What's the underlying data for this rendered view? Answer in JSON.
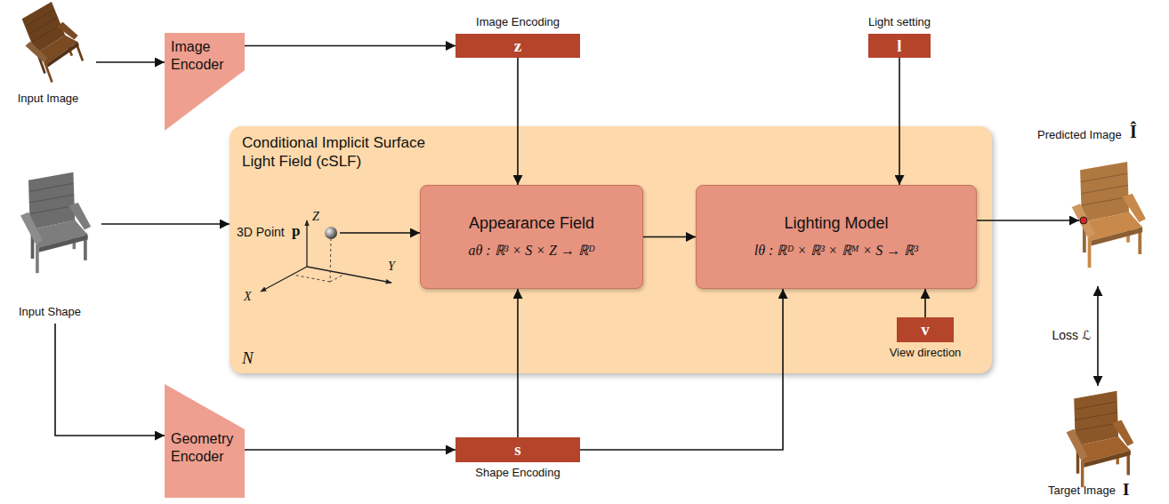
{
  "diagram": {
    "nodes": [
      {
        "text": [
          "Input Image"
        ]
      },
      {
        "text": [
          "Image Encoder"
        ]
      },
      {
        "text": [
          "Image Encoding",
          "z"
        ]
      },
      {
        "text": [
          "Light setting",
          "l"
        ]
      },
      {
        "text": [
          "Conditional Implicit Surface Light Field (cSLF)",
          "N"
        ]
      },
      {
        "text": [
          "Appearance Field",
          "aθ : ℝ³ × S × Z → ℝᴰ"
        ],
        "in": 4
      },
      {
        "text": [
          "Lighting Model",
          "lθ : ℝᴰ × ℝ³ × ℝᴹ × S → ℝ³"
        ],
        "in": 4
      },
      {
        "text": [
          "v",
          "View direction"
        ],
        "in": 4
      },
      {
        "text": [
          "Input Shape"
        ]
      },
      {
        "text": [
          "Geometry Encoder"
        ]
      },
      {
        "text": [
          "s",
          "Shape Encoding"
        ]
      },
      {
        "text": [
          "Predicted Image",
          "Î"
        ]
      },
      {
        "text": [
          "Target Image",
          "I"
        ]
      }
    ],
    "edges": [
      {
        "from": 0,
        "to": 1,
        "arrow": "to"
      },
      {
        "from": 1,
        "to": 2,
        "arrow": "to"
      },
      {
        "from": 2,
        "to": 5,
        "arrow": "to"
      },
      {
        "from": 3,
        "to": 6,
        "arrow": "to"
      },
      {
        "from": 8,
        "to": 4,
        "arrow": "to"
      },
      {
        "from": 8,
        "to": 9,
        "arrow": "to"
      },
      {
        "from": 9,
        "to": 10,
        "arrow": "to"
      },
      {
        "from": 10,
        "to": 5,
        "arrow": "to"
      },
      {
        "from": 10,
        "to": 6,
        "arrow": "to"
      },
      {
        "from": 5,
        "to": 6,
        "arrow": "to"
      },
      {
        "from": 7,
        "to": 6,
        "arrow": "to"
      },
      {
        "from": 6,
        "to": 11,
        "arrow": "to"
      },
      {
        "from": 11,
        "to": 12,
        "label": "Loss ℒ",
        "arrow": "both"
      }
    ],
    "labels": [
      "3D Point",
      "p",
      "Z",
      "Y",
      "X"
    ]
  }
}
